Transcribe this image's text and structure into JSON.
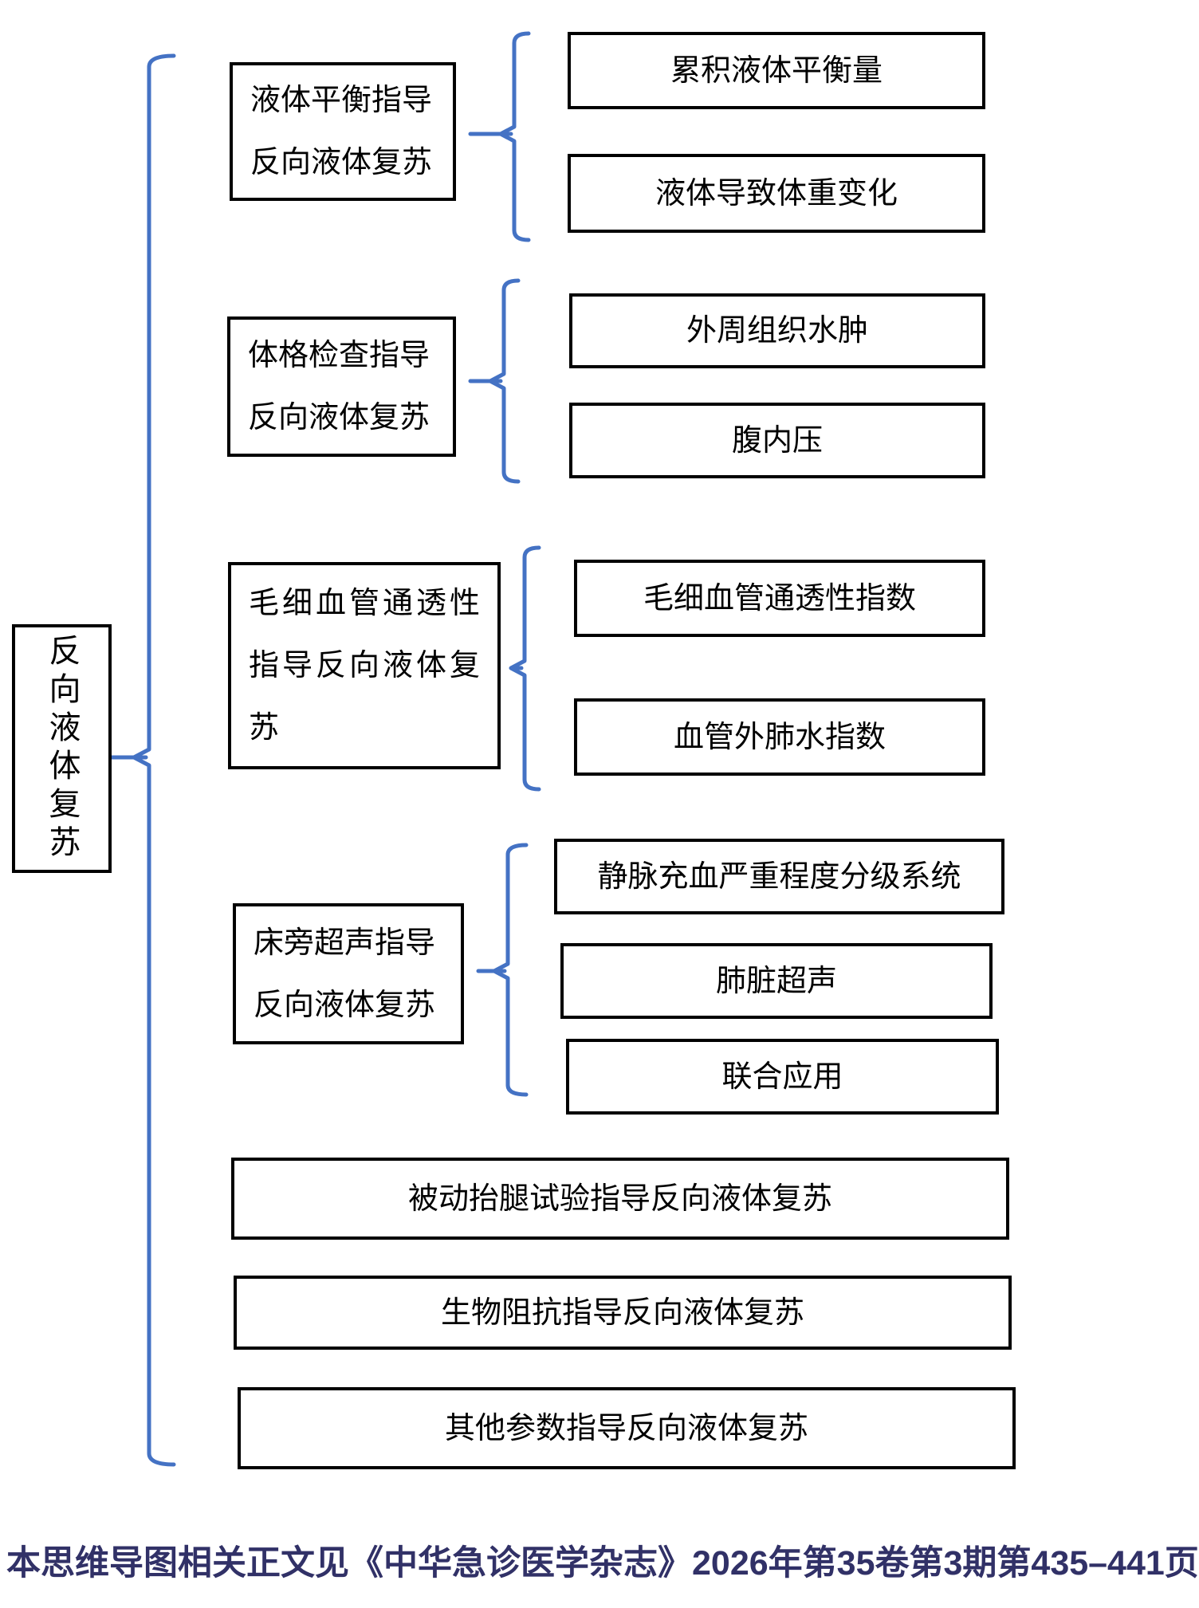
{
  "root": {
    "label": "反向液体复苏"
  },
  "branches": [
    {
      "label_lines": [
        "液体平衡指导",
        "反向液体复苏"
      ],
      "children": [
        "累积液体平衡量",
        "液体导致体重变化"
      ]
    },
    {
      "label_lines": [
        "体格检查指导",
        "反向液体复苏"
      ],
      "children": [
        "外周组织水肿",
        "腹内压"
      ]
    },
    {
      "label_lines": [
        "毛细血管通透性",
        "指导反向液体复",
        "苏"
      ],
      "children": [
        "毛细血管通透性指数",
        "血管外肺水指数"
      ]
    },
    {
      "label_lines": [
        "床旁超声指导",
        "反向液体复苏"
      ],
      "children": [
        "静脉充血严重程度分级系统",
        "肺脏超声",
        "联合应用"
      ]
    },
    {
      "label_lines": [
        "被动抬腿试验指导反向液体复苏"
      ],
      "children": []
    },
    {
      "label_lines": [
        "生物阻抗指导反向液体复苏"
      ],
      "children": []
    },
    {
      "label_lines": [
        "其他参数指导反向液体复苏"
      ],
      "children": []
    }
  ],
  "footer": {
    "text": "本思维导图相关正文见《中华急诊医学杂志》2026年第35卷第3期第435–441页"
  },
  "colors": {
    "connector_blue": "#4472C4",
    "box_border": "#000000",
    "footer_text": "#313167",
    "background": "#FFFFFF"
  }
}
